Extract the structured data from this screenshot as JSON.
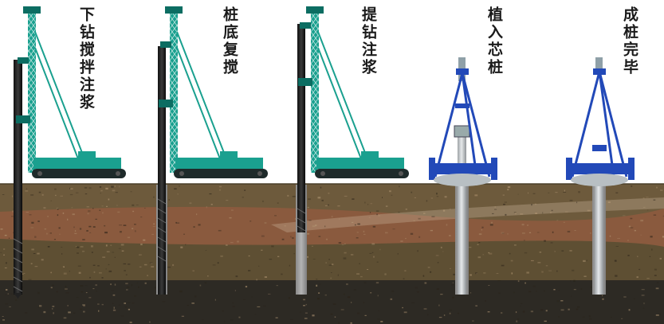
{
  "steps": [
    {
      "label": "下钻搅拌注浆"
    },
    {
      "label": "桩底复搅"
    },
    {
      "label": "提钻注浆"
    },
    {
      "label": "植入芯桩"
    },
    {
      "label": "成桩完毕"
    }
  ],
  "colors": {
    "rig": "#1aa08f",
    "rig_dark": "#0c6d62",
    "frame": "#2249b8",
    "soil_top": "#6d5a3c",
    "soil_mid": "#8a5a3e",
    "soil_low": "#5e4f33",
    "soil_bottom": "#2d2a24",
    "cement": "#9c9c9c",
    "core_pile": "#c9cdd0"
  }
}
